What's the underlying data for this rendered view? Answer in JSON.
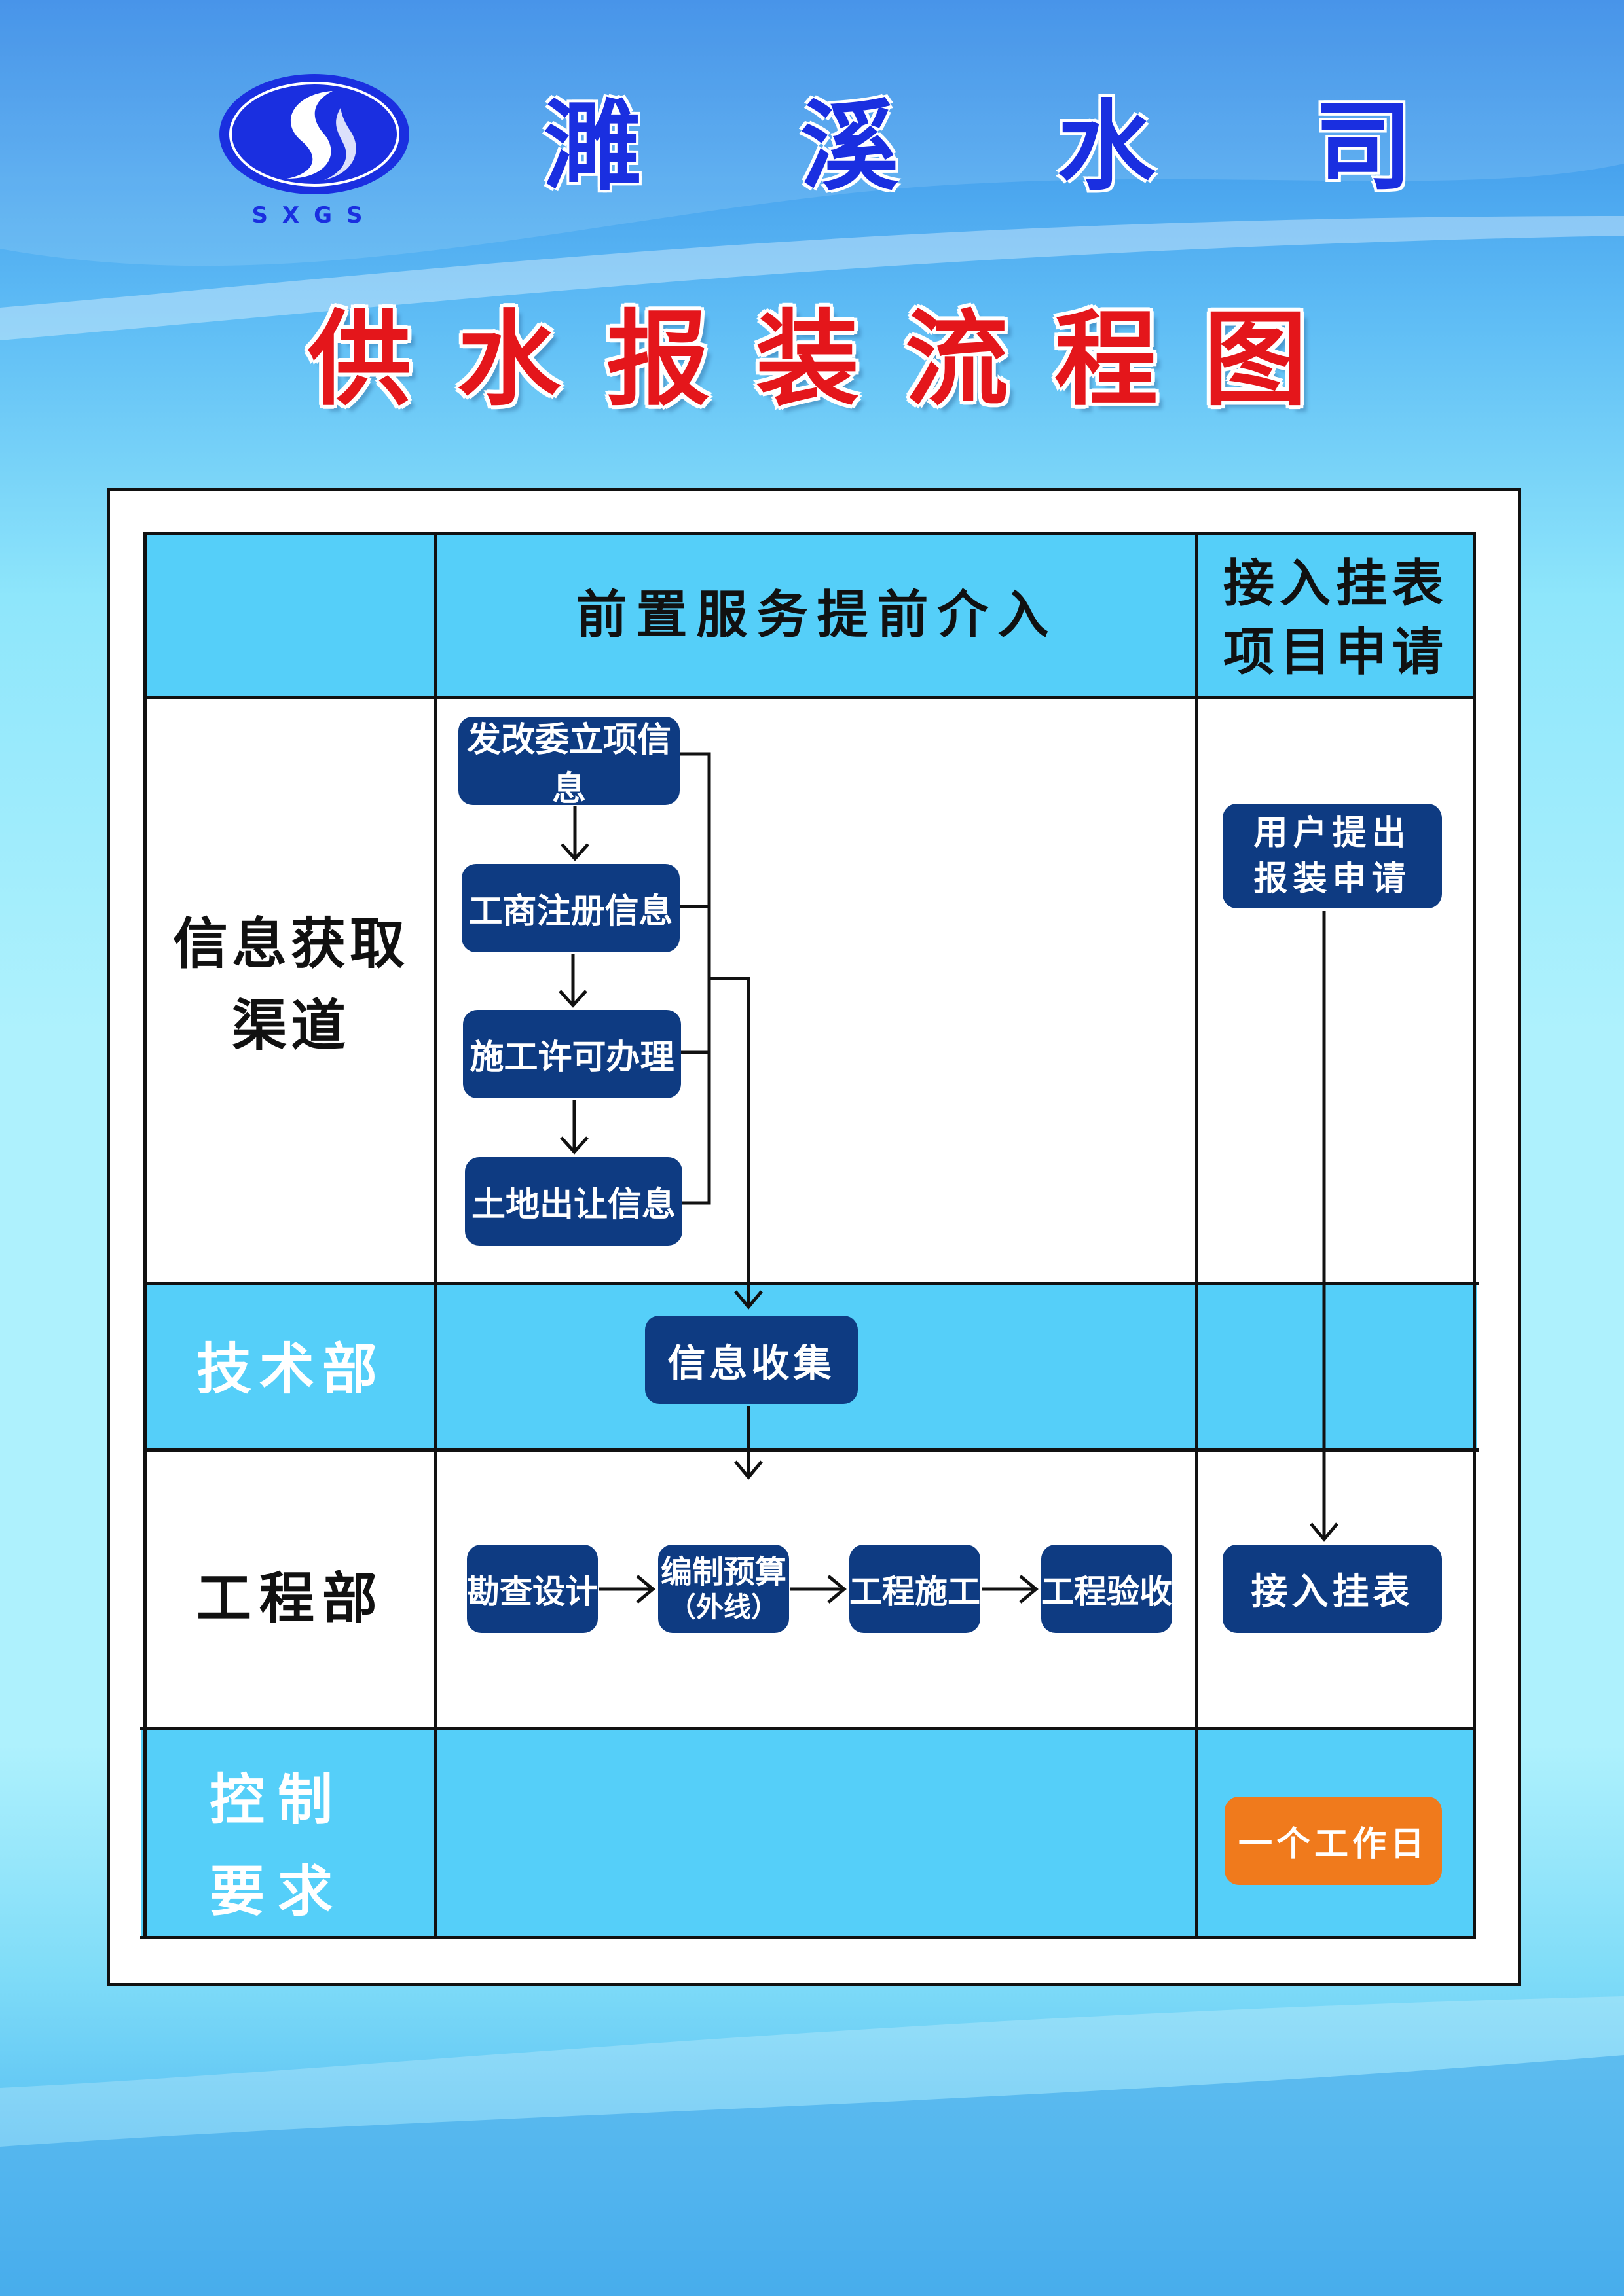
{
  "header": {
    "company_name": "濉 溪 水 司",
    "logo_letters": "SXGS",
    "title": "供水报装流程图"
  },
  "table": {
    "column_headers": [
      "前置服务提前介入",
      "接入挂表\n项目申请"
    ],
    "rows": [
      {
        "label": "信息获取\n渠道"
      },
      {
        "label": "技术部"
      },
      {
        "label": "工程部"
      },
      {
        "label": "控制\n要求"
      }
    ]
  },
  "steps": {
    "fagaiwei": "发改委立项信息",
    "gongshang": "工商注册信息",
    "shigong_xuke": "施工许可办理",
    "tudi": "土地出让信息",
    "xinxi_shouji": "信息收集",
    "kancha": "勘查设计",
    "bianzhi_line1": "编制预算",
    "bianzhi_line2": "（外线）",
    "gongcheng_shigong": "工程施工",
    "gongcheng_yanshou": "工程验收",
    "yonghu_shenqing": "用户提出\n报装申请",
    "jieru_guabiao": "接入挂表",
    "time_limit": "一个工作日"
  },
  "colors": {
    "node_fill": "#0e3b82",
    "band_fill": "#55cff9",
    "time_limit_fill": "#f07a1c",
    "title_red": "#e4161b",
    "company_blue": "#1a2fe0"
  }
}
